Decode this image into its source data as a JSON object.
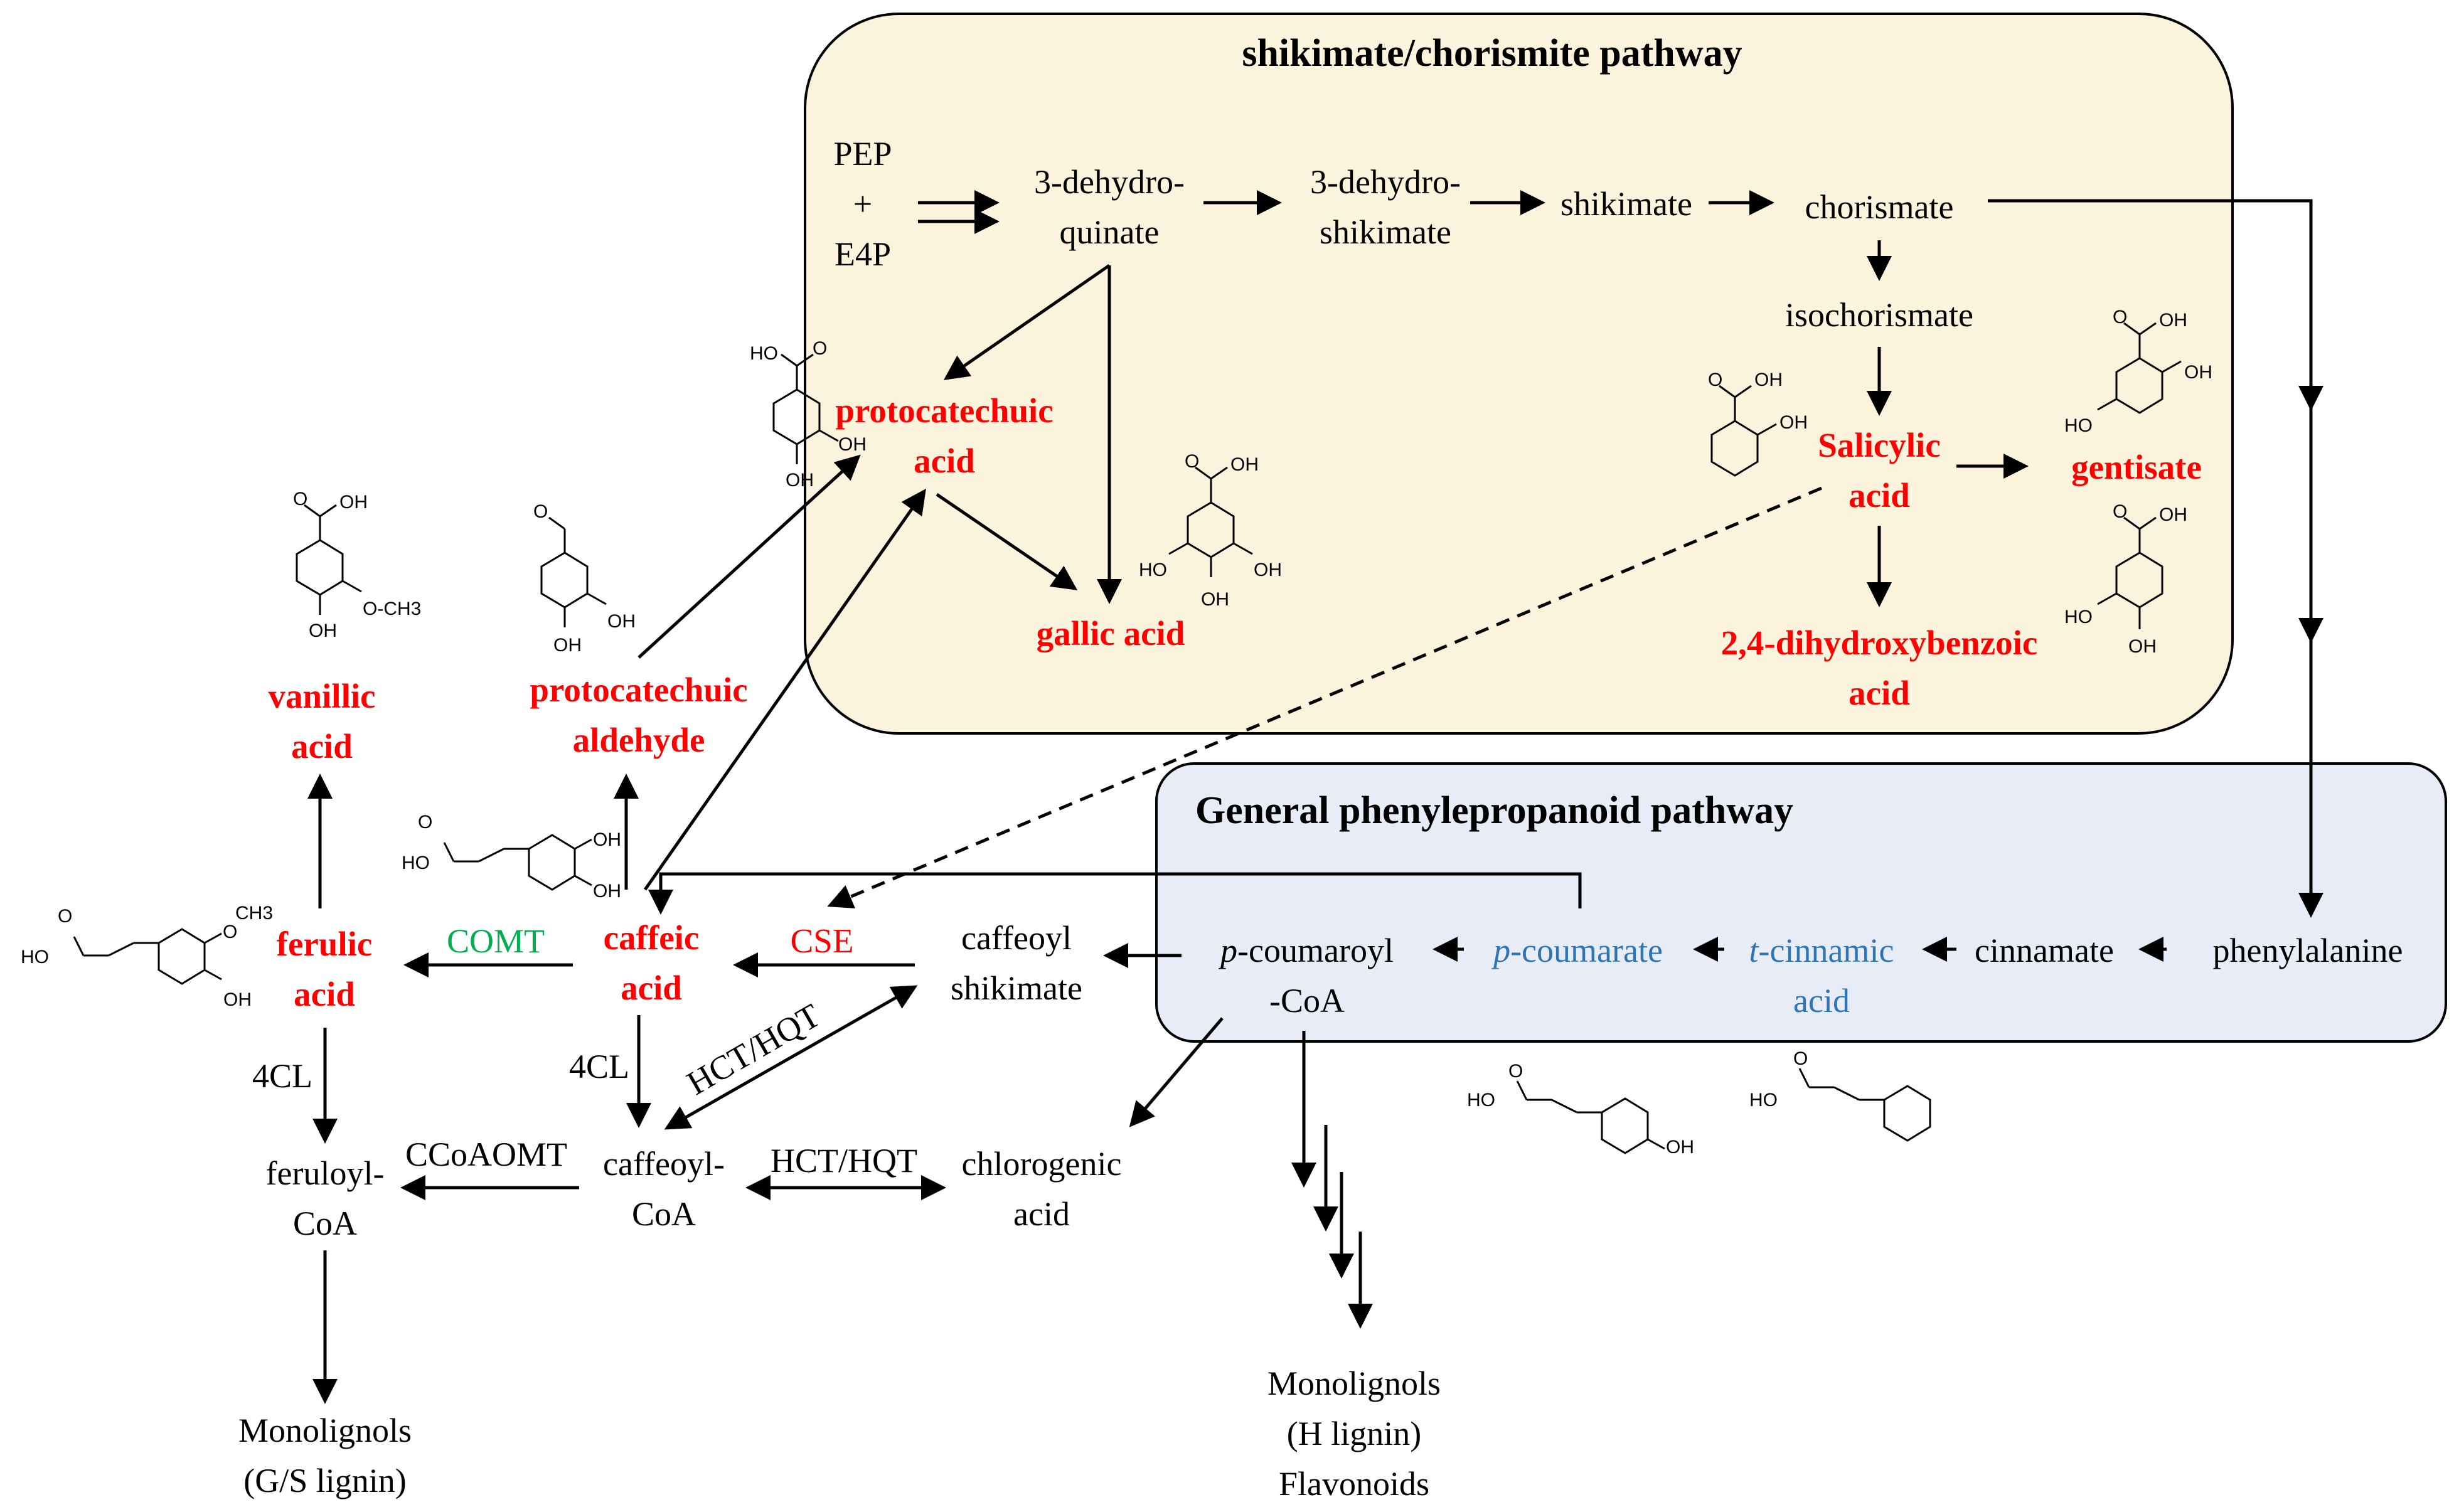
{
  "panels": {
    "shikimate_title": "shikimate/chorismite pathway",
    "phenylpropanoid_title": "General phenylepropanoid pathway"
  },
  "compounds": {
    "pep": "PEP",
    "plus": "+",
    "e4p": "E4P",
    "dehydroquinate_1": "3-dehydro-",
    "dehydroquinate_2": "quinate",
    "dehydroshikimate_1": "3-dehydro-",
    "dehydroshikimate_2": "shikimate",
    "shikimate": "shikimate",
    "chorismate": "chorismate",
    "isochorismate": "isochorismate",
    "protocatechuic_acid_1": "protocatechuic",
    "protocatechuic_acid_2": "acid",
    "salicylic_1": "Salicylic",
    "salicylic_2": "acid",
    "gentisate": "gentisate",
    "gallic_acid": "gallic acid",
    "dihydroxybenzoic_1": "2,4-dihydroxybenzoic",
    "dihydroxybenzoic_2": "acid",
    "vanillic_1": "vanillic",
    "vanillic_2": "acid",
    "pc_aldehyde_1": "protocatechuic",
    "pc_aldehyde_2": "aldehyde",
    "ferulic_1": "ferulic",
    "ferulic_2": "acid",
    "caffeic_1": "caffeic",
    "caffeic_2": "acid",
    "caffeoyl_shikimate_1": "caffeoyl",
    "caffeoyl_shikimate_2": "shikimate",
    "p_coumaroyl_1_italic": "p",
    "p_coumaroyl_1_rest": "-coumaroyl",
    "p_coumaroyl_2": "-CoA",
    "p_coumarate_italic": "p",
    "p_coumarate_rest": "-coumarate",
    "t_cinnamic_italic": "t",
    "t_cinnamic_rest": "-cinnamic",
    "t_cinnamic_2": "acid",
    "cinnamate": "cinnamate",
    "phenylalanine": "phenylalanine",
    "feruloyl_1": "feruloyl-",
    "feruloyl_2": "CoA",
    "caffeoyl_coa_1": "caffeoyl-",
    "caffeoyl_coa_2": "CoA",
    "chlorogenic_1": "chlorogenic",
    "chlorogenic_2": "acid",
    "monolignols_gs_1": "Monolignols",
    "monolignols_gs_2": "(G/S lignin)",
    "monolignols_h_1": "Monolignols",
    "monolignols_h_2": "(H lignin)",
    "flavonoids": "Flavonoids"
  },
  "enzymes": {
    "comt": "COMT",
    "cse": "CSE",
    "fourcl_left": "4CL",
    "fourcl_mid": "4CL",
    "hct_diag": "HCT/HQT",
    "ccoaomt": "CCoAOMT",
    "hct_horiz": "HCT/HQT"
  },
  "structure_labels": {
    "oh": "OH",
    "ho": "HO",
    "o": "O",
    "ch3": "CH3",
    "och3": "O-CH3"
  },
  "colors": {
    "shikimate_panel": "#fcf3dc",
    "phenylpropanoid_panel": "#e8ecf6",
    "highlight": "#ff0000",
    "blue": "#2e75b6",
    "green": "#00b050"
  }
}
